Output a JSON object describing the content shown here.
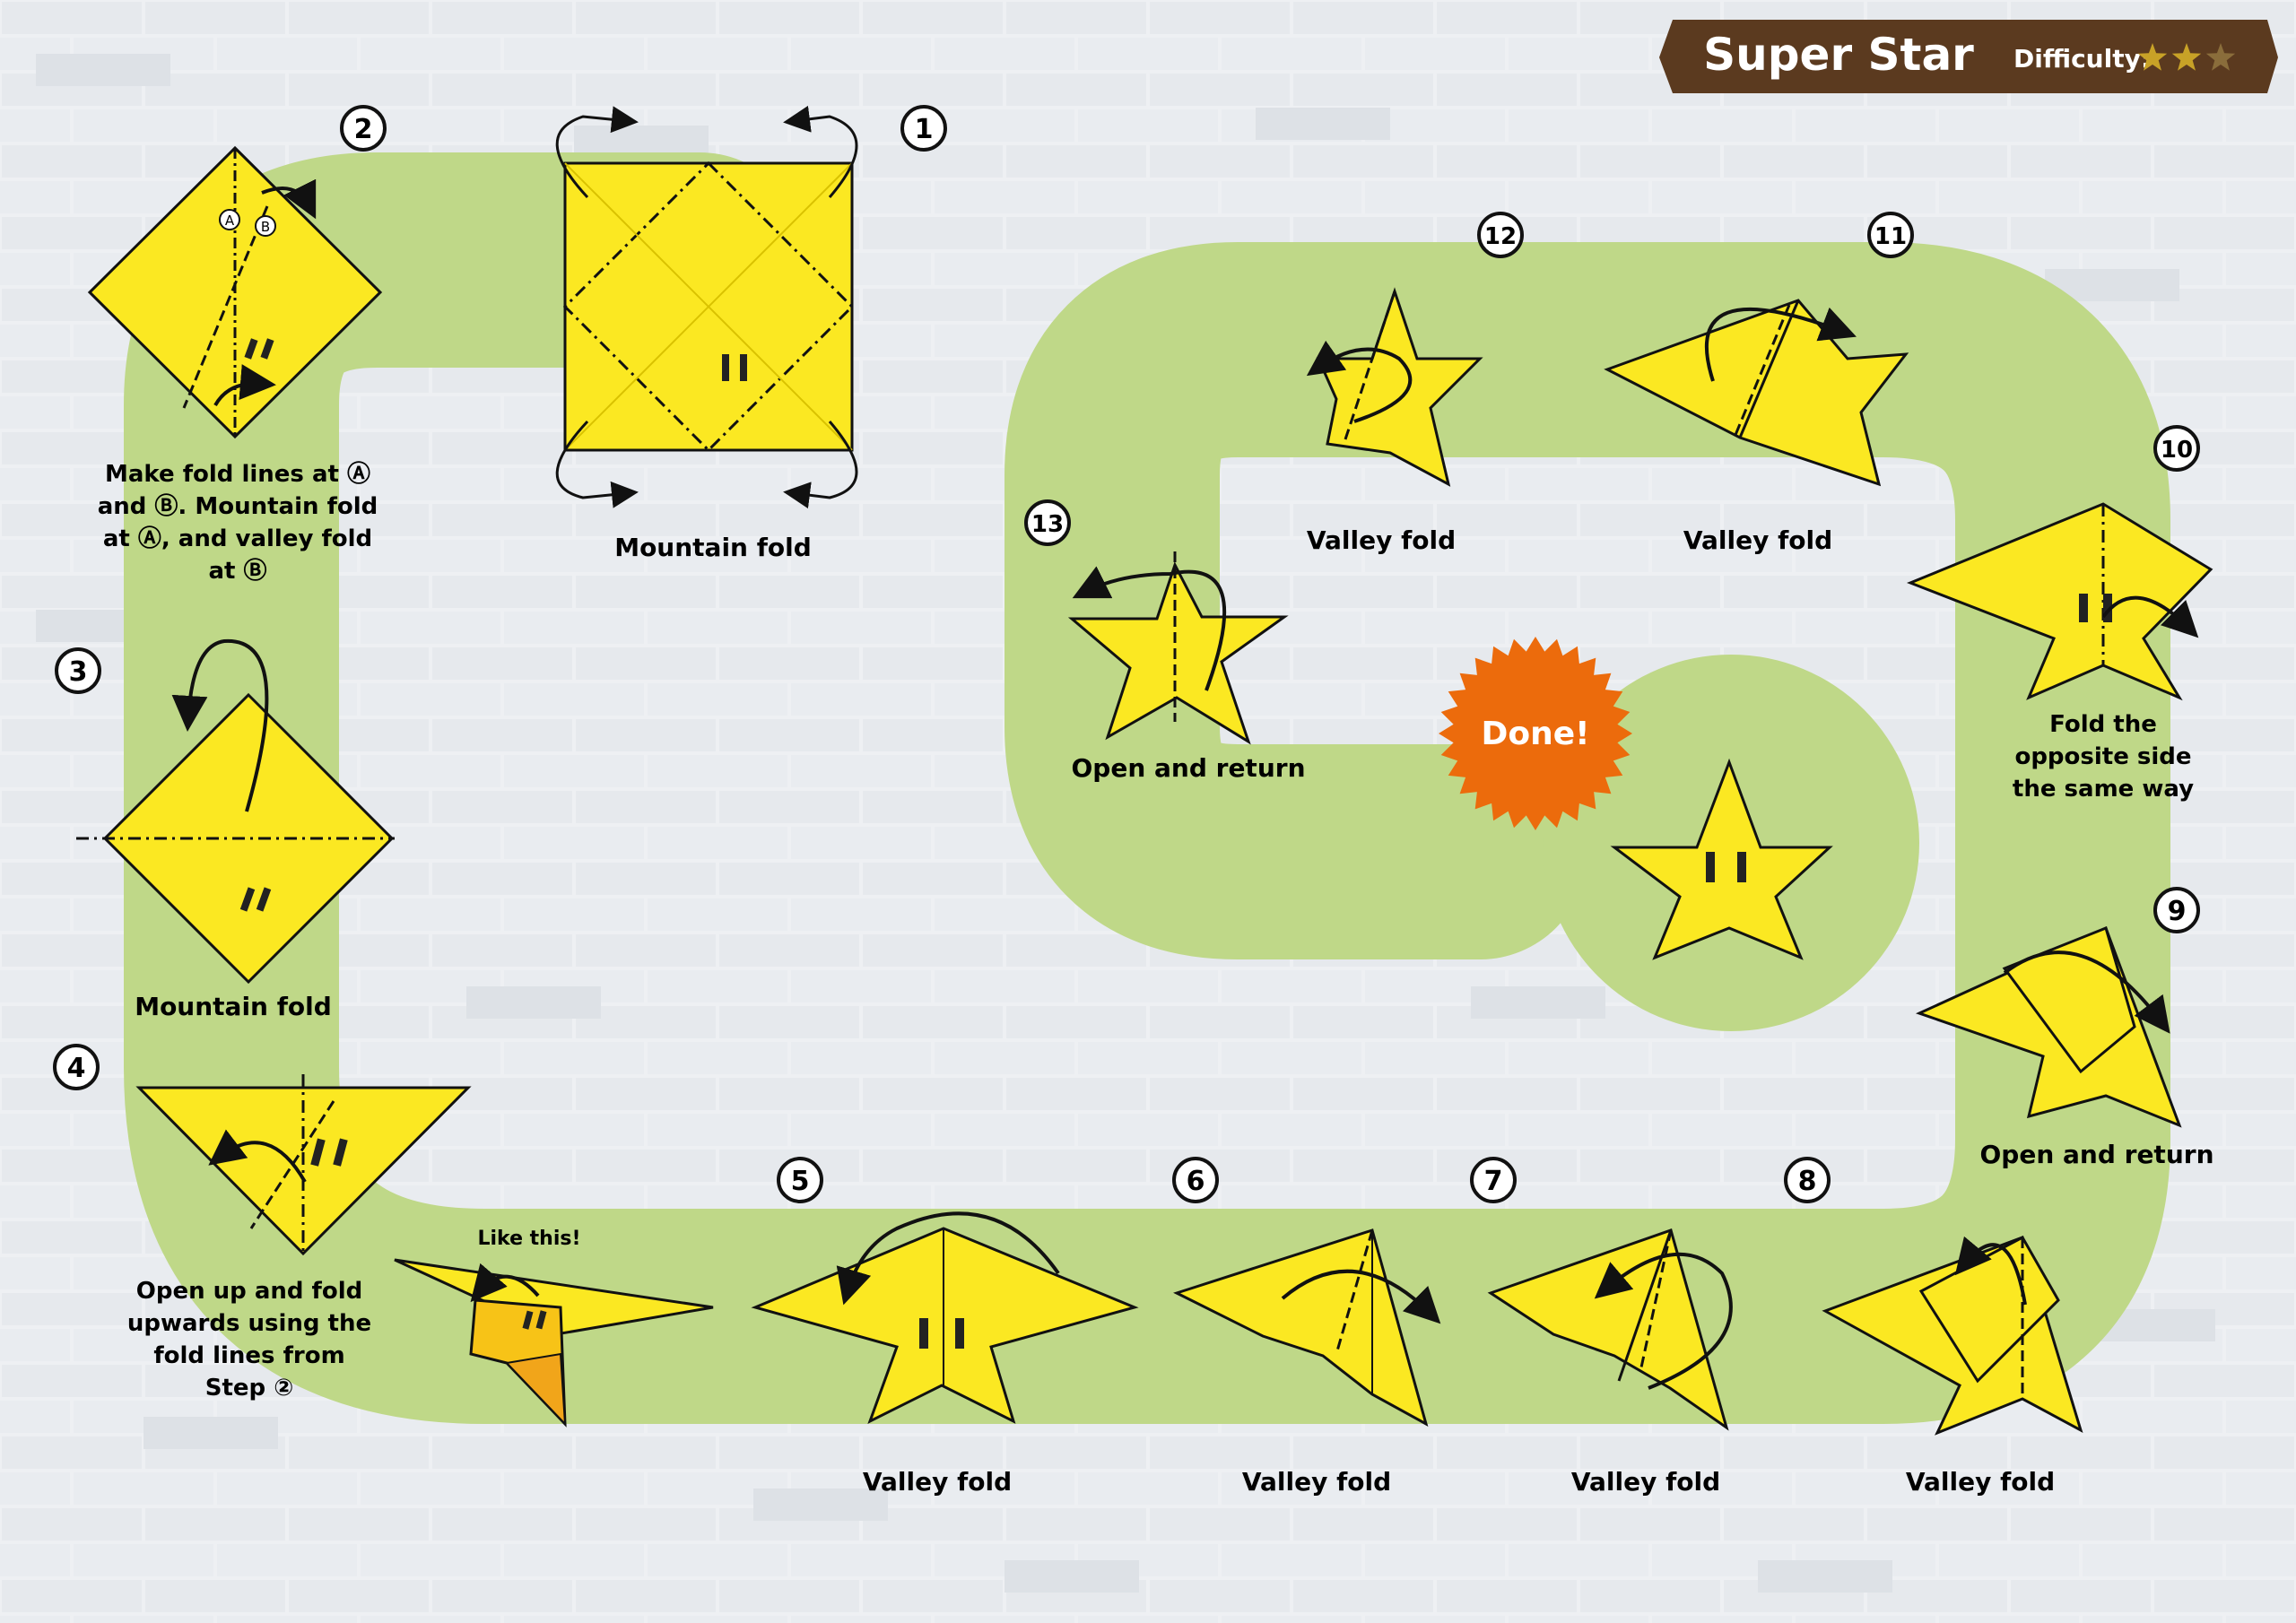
{
  "header": {
    "title": "Super Star",
    "difficulty_label": "Difficulty:",
    "difficulty_stars": 2,
    "difficulty_max": 3
  },
  "colors": {
    "brick_wall": "#eef0f3",
    "brick_dark": "#dde1e6",
    "path_green": "#bfd888",
    "paper_yellow": "#fbe822",
    "banner_brown": "#5b3a1f",
    "badge_orange": "#ec6b0c",
    "gold_star": "#c8a227"
  },
  "steps": {
    "s1": {
      "number": "1",
      "caption": "Mountain fold"
    },
    "s2": {
      "number": "2",
      "caption_lines": [
        "Make fold lines at Ⓐ",
        "and Ⓑ. Mountain fold",
        "at Ⓐ, and valley fold",
        "at Ⓑ"
      ],
      "marker_a": "A",
      "marker_b": "B"
    },
    "s3": {
      "number": "3",
      "caption": "Mountain fold"
    },
    "s4": {
      "number": "4",
      "caption_lines": [
        "Open up and fold",
        "upwards using the",
        "fold lines from",
        "Step ②"
      ]
    },
    "s4b": {
      "note": "Like this!"
    },
    "s5": {
      "number": "5",
      "caption": "Valley fold"
    },
    "s6": {
      "number": "6",
      "caption": "Valley fold"
    },
    "s7": {
      "number": "7",
      "caption": "Valley fold"
    },
    "s8": {
      "number": "8",
      "caption": "Valley fold"
    },
    "s9": {
      "number": "9",
      "caption": "Open and return"
    },
    "s10": {
      "number": "10",
      "caption_lines": [
        "Fold the",
        "opposite side",
        "the same way"
      ]
    },
    "s11": {
      "number": "11",
      "caption": "Valley fold"
    },
    "s12": {
      "number": "12",
      "caption": "Valley fold"
    },
    "s13": {
      "number": "13",
      "caption": "Open and return"
    }
  },
  "done_badge": "Done!"
}
